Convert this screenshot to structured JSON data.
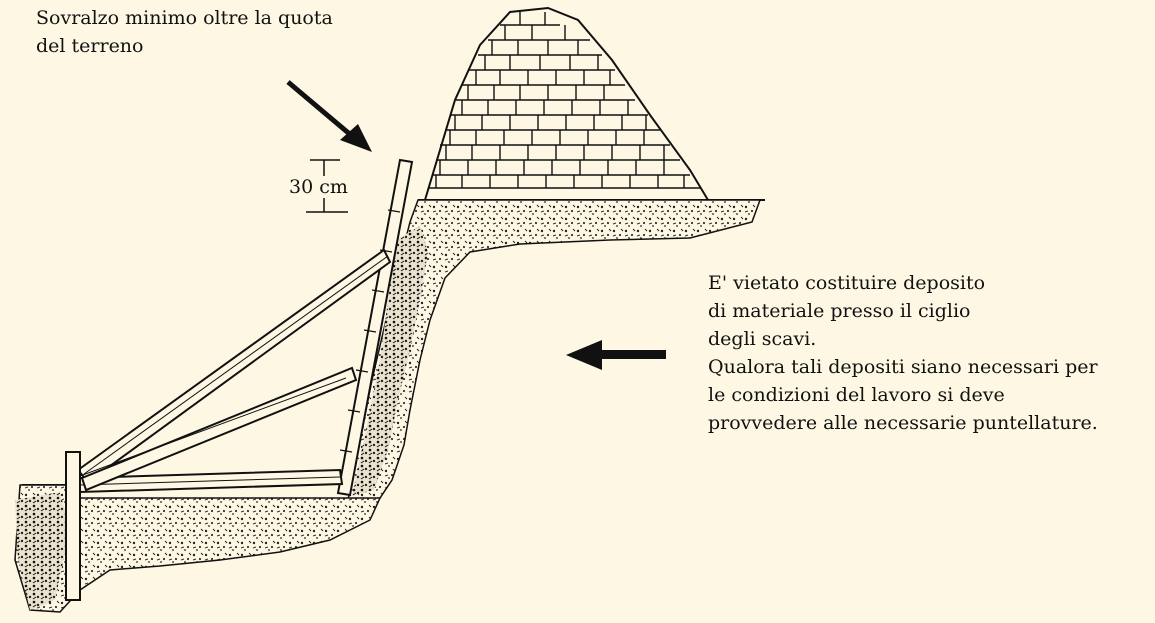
{
  "top_note": {
    "line1": "Sovralzo minimo oltre la quota",
    "line2": "del terreno"
  },
  "dimension": {
    "label": "30 cm"
  },
  "side_note": {
    "line1": "E' vietato costituire deposito",
    "line2": "di materiale presso il ciglio",
    "line3": "degli scavi.",
    "line4": "Qualora tali depositi siano necessari per",
    "line5": "le condizioni del lavoro si deve",
    "line6": "provvedere alle necessarie puntellature."
  },
  "colors": {
    "background": "#fdf7e4",
    "ink": "#111111"
  },
  "icons": {
    "pointer_arrow": "arrow-down-right-icon",
    "deposit_arrow": "arrow-left-icon"
  }
}
